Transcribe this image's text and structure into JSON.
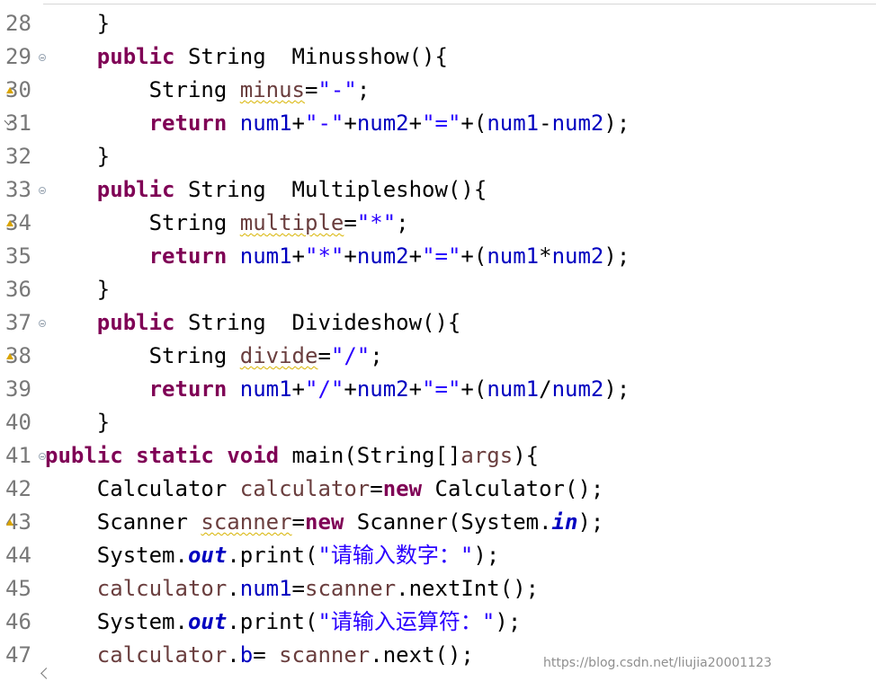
{
  "editor": {
    "lines": [
      {
        "number": "28",
        "markers": [],
        "tokens": [
          {
            "text": "    }",
            "class": "plain"
          }
        ]
      },
      {
        "number": "29",
        "markers": [
          "fold"
        ],
        "tokens": [
          {
            "text": "    ",
            "class": "plain"
          },
          {
            "text": "public",
            "class": "kw"
          },
          {
            "text": " String  Minusshow(){",
            "class": "plain"
          }
        ]
      },
      {
        "number": "30",
        "markers": [
          "warning"
        ],
        "tokens": [
          {
            "text": "        String ",
            "class": "plain"
          },
          {
            "text": "minus",
            "class": "local warn-underline"
          },
          {
            "text": "=",
            "class": "plain"
          },
          {
            "text": "\"-\"",
            "class": "str"
          },
          {
            "text": ";",
            "class": "plain"
          }
        ]
      },
      {
        "number": "31",
        "markers": [
          "debug"
        ],
        "tokens": [
          {
            "text": "        ",
            "class": "plain"
          },
          {
            "text": "return",
            "class": "kw"
          },
          {
            "text": " ",
            "class": "plain"
          },
          {
            "text": "num1",
            "class": "field"
          },
          {
            "text": "+",
            "class": "plain"
          },
          {
            "text": "\"-\"",
            "class": "str"
          },
          {
            "text": "+",
            "class": "plain"
          },
          {
            "text": "num2",
            "class": "field"
          },
          {
            "text": "+",
            "class": "plain"
          },
          {
            "text": "\"=\"",
            "class": "str"
          },
          {
            "text": "+(",
            "class": "plain"
          },
          {
            "text": "num1",
            "class": "field"
          },
          {
            "text": "-",
            "class": "plain"
          },
          {
            "text": "num2",
            "class": "field"
          },
          {
            "text": ");",
            "class": "plain"
          }
        ]
      },
      {
        "number": "32",
        "markers": [],
        "tokens": [
          {
            "text": "    }",
            "class": "plain"
          }
        ]
      },
      {
        "number": "33",
        "markers": [
          "fold"
        ],
        "tokens": [
          {
            "text": "    ",
            "class": "plain"
          },
          {
            "text": "public",
            "class": "kw"
          },
          {
            "text": " String  Multipleshow(){",
            "class": "plain"
          }
        ]
      },
      {
        "number": "34",
        "markers": [
          "warning"
        ],
        "tokens": [
          {
            "text": "        String ",
            "class": "plain"
          },
          {
            "text": "multiple",
            "class": "local warn-underline"
          },
          {
            "text": "=",
            "class": "plain"
          },
          {
            "text": "\"*\"",
            "class": "str"
          },
          {
            "text": ";",
            "class": "plain"
          }
        ]
      },
      {
        "number": "35",
        "markers": [],
        "tokens": [
          {
            "text": "        ",
            "class": "plain"
          },
          {
            "text": "return",
            "class": "kw"
          },
          {
            "text": " ",
            "class": "plain"
          },
          {
            "text": "num1",
            "class": "field"
          },
          {
            "text": "+",
            "class": "plain"
          },
          {
            "text": "\"*\"",
            "class": "str"
          },
          {
            "text": "+",
            "class": "plain"
          },
          {
            "text": "num2",
            "class": "field"
          },
          {
            "text": "+",
            "class": "plain"
          },
          {
            "text": "\"=\"",
            "class": "str"
          },
          {
            "text": "+(",
            "class": "plain"
          },
          {
            "text": "num1",
            "class": "field"
          },
          {
            "text": "*",
            "class": "plain"
          },
          {
            "text": "num2",
            "class": "field"
          },
          {
            "text": ");",
            "class": "plain"
          }
        ]
      },
      {
        "number": "36",
        "markers": [],
        "tokens": [
          {
            "text": "    }",
            "class": "plain"
          }
        ]
      },
      {
        "number": "37",
        "markers": [
          "fold"
        ],
        "tokens": [
          {
            "text": "    ",
            "class": "plain"
          },
          {
            "text": "public",
            "class": "kw"
          },
          {
            "text": " String  Divideshow(){",
            "class": "plain"
          }
        ]
      },
      {
        "number": "38",
        "markers": [
          "warning"
        ],
        "tokens": [
          {
            "text": "        String ",
            "class": "plain"
          },
          {
            "text": "divide",
            "class": "local warn-underline"
          },
          {
            "text": "=",
            "class": "plain"
          },
          {
            "text": "\"/\"",
            "class": "str"
          },
          {
            "text": ";",
            "class": "plain"
          }
        ]
      },
      {
        "number": "39",
        "markers": [],
        "tokens": [
          {
            "text": "        ",
            "class": "plain"
          },
          {
            "text": "return",
            "class": "kw"
          },
          {
            "text": " ",
            "class": "plain"
          },
          {
            "text": "num1",
            "class": "field"
          },
          {
            "text": "+",
            "class": "plain"
          },
          {
            "text": "\"/\"",
            "class": "str"
          },
          {
            "text": "+",
            "class": "plain"
          },
          {
            "text": "num2",
            "class": "field"
          },
          {
            "text": "+",
            "class": "plain"
          },
          {
            "text": "\"=\"",
            "class": "str"
          },
          {
            "text": "+(",
            "class": "plain"
          },
          {
            "text": "num1",
            "class": "field"
          },
          {
            "text": "/",
            "class": "plain"
          },
          {
            "text": "num2",
            "class": "field"
          },
          {
            "text": ");",
            "class": "plain"
          }
        ]
      },
      {
        "number": "40",
        "markers": [],
        "tokens": [
          {
            "text": "    }",
            "class": "plain"
          }
        ]
      },
      {
        "number": "41",
        "markers": [
          "fold"
        ],
        "tokens": [
          {
            "text": "public",
            "class": "kw"
          },
          {
            "text": " ",
            "class": "plain"
          },
          {
            "text": "static",
            "class": "kw"
          },
          {
            "text": " ",
            "class": "plain"
          },
          {
            "text": "void",
            "class": "kw"
          },
          {
            "text": " main(String[]",
            "class": "plain"
          },
          {
            "text": "args",
            "class": "local"
          },
          {
            "text": "){",
            "class": "plain"
          }
        ]
      },
      {
        "number": "42",
        "markers": [],
        "tokens": [
          {
            "text": "    Calculator ",
            "class": "plain"
          },
          {
            "text": "calculator",
            "class": "local"
          },
          {
            "text": "=",
            "class": "plain"
          },
          {
            "text": "new",
            "class": "kw"
          },
          {
            "text": " Calculator();",
            "class": "plain"
          }
        ]
      },
      {
        "number": "43",
        "markers": [
          "warning"
        ],
        "tokens": [
          {
            "text": "    Scanner ",
            "class": "plain"
          },
          {
            "text": "scanner",
            "class": "local warn-underline"
          },
          {
            "text": "=",
            "class": "plain"
          },
          {
            "text": "new",
            "class": "kw"
          },
          {
            "text": " Scanner(System.",
            "class": "plain"
          },
          {
            "text": "in",
            "class": "static-field"
          },
          {
            "text": ");",
            "class": "plain"
          }
        ]
      },
      {
        "number": "44",
        "markers": [],
        "tokens": [
          {
            "text": "    System.",
            "class": "plain"
          },
          {
            "text": "out",
            "class": "static-field"
          },
          {
            "text": ".print(",
            "class": "plain"
          },
          {
            "text": "\"请输入数字：\"",
            "class": "str"
          },
          {
            "text": ");",
            "class": "plain"
          }
        ]
      },
      {
        "number": "45",
        "markers": [],
        "tokens": [
          {
            "text": "    ",
            "class": "plain"
          },
          {
            "text": "calculator",
            "class": "local"
          },
          {
            "text": ".",
            "class": "plain"
          },
          {
            "text": "num1",
            "class": "field"
          },
          {
            "text": "=",
            "class": "plain"
          },
          {
            "text": "scanner",
            "class": "local"
          },
          {
            "text": ".nextInt();",
            "class": "plain"
          }
        ]
      },
      {
        "number": "46",
        "markers": [],
        "tokens": [
          {
            "text": "    System.",
            "class": "plain"
          },
          {
            "text": "out",
            "class": "static-field"
          },
          {
            "text": ".print(",
            "class": "plain"
          },
          {
            "text": "\"请输入运算符：\"",
            "class": "str"
          },
          {
            "text": ");",
            "class": "plain"
          }
        ]
      },
      {
        "number": "47",
        "markers": [],
        "tokens": [
          {
            "text": "    ",
            "class": "plain"
          },
          {
            "text": "calculator",
            "class": "local"
          },
          {
            "text": ".",
            "class": "plain"
          },
          {
            "text": "b",
            "class": "field"
          },
          {
            "text": "= ",
            "class": "plain"
          },
          {
            "text": "scanner",
            "class": "local"
          },
          {
            "text": ".next();",
            "class": "plain"
          }
        ]
      }
    ]
  },
  "watermark": {
    "text": "https://blog.csdn.net/liujia20001123"
  },
  "colors": {
    "background": "#ffffff",
    "keyword": "#7f0055",
    "string": "#2a00ff",
    "field": "#0000c0",
    "local_variable": "#6a3e3e",
    "line_number": "#787878",
    "warning_underline": "#d7b300"
  },
  "icons": {
    "fold": "fold-collapse-icon",
    "warning": "warning-icon",
    "debug": "breakpoint-arrow-icon",
    "cursor": "cursor-arrow-icon"
  }
}
